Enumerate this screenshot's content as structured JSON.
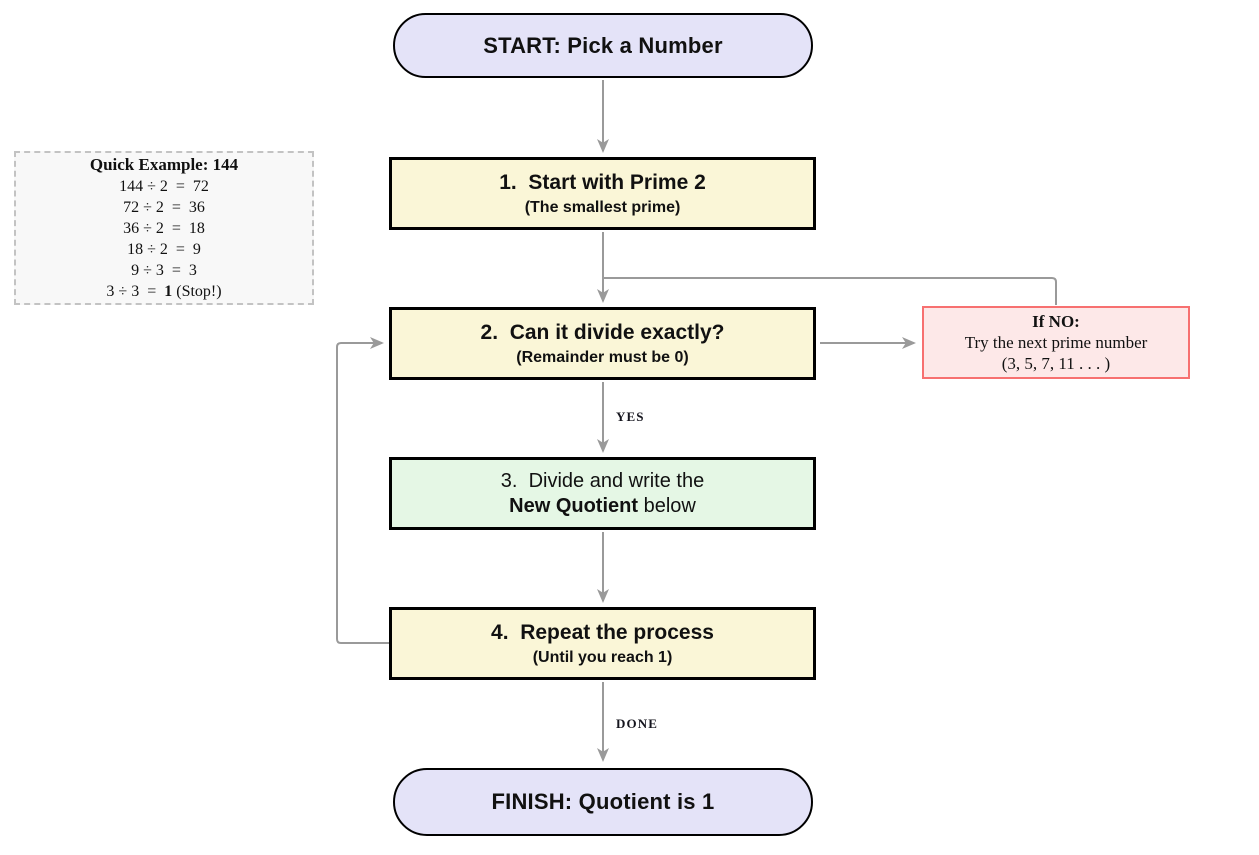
{
  "nodes": {
    "start": {
      "label": "START: Pick a Number"
    },
    "step1": {
      "title": "1.  Start with Prime 2",
      "subtitle": "(The smallest prime)"
    },
    "step2": {
      "title": "2.  Can it divide exactly?",
      "subtitle": "(Remainder must be 0)"
    },
    "if_no": {
      "title": "If NO:",
      "line2": "Try the next prime number",
      "line3": "(3, 5, 7, 11 . . . )"
    },
    "step3": {
      "line1": "3.  Divide and write the",
      "line2_bold": "New Quotient",
      "line2_rest": " below"
    },
    "step4": {
      "title": "4.  Repeat the process",
      "subtitle": "(Until you reach 1)"
    },
    "finish": {
      "label": "FINISH: Quotient is 1"
    }
  },
  "edge_labels": {
    "yes": "YES",
    "done": "DONE"
  },
  "example": {
    "title": "Quick Example: 144",
    "rows": [
      "144 ÷ 2  =  72",
      "72 ÷ 2  =  36",
      "36 ÷ 2  =  18",
      "18 ÷ 2  =  9",
      "9 ÷ 3  =  3"
    ],
    "last_row": {
      "pre": "3 ÷ 3  =  ",
      "bold": "1",
      "post": " (Stop!)"
    }
  },
  "colors": {
    "terminal_fill": "#e4e3f8",
    "process_fill": "#faf6d7",
    "action_fill": "#e5f7e5",
    "no_fill": "#fde8e8",
    "no_border": "#f77070",
    "example_fill": "#f8f8f8",
    "arrow": "#9a9a9a"
  }
}
